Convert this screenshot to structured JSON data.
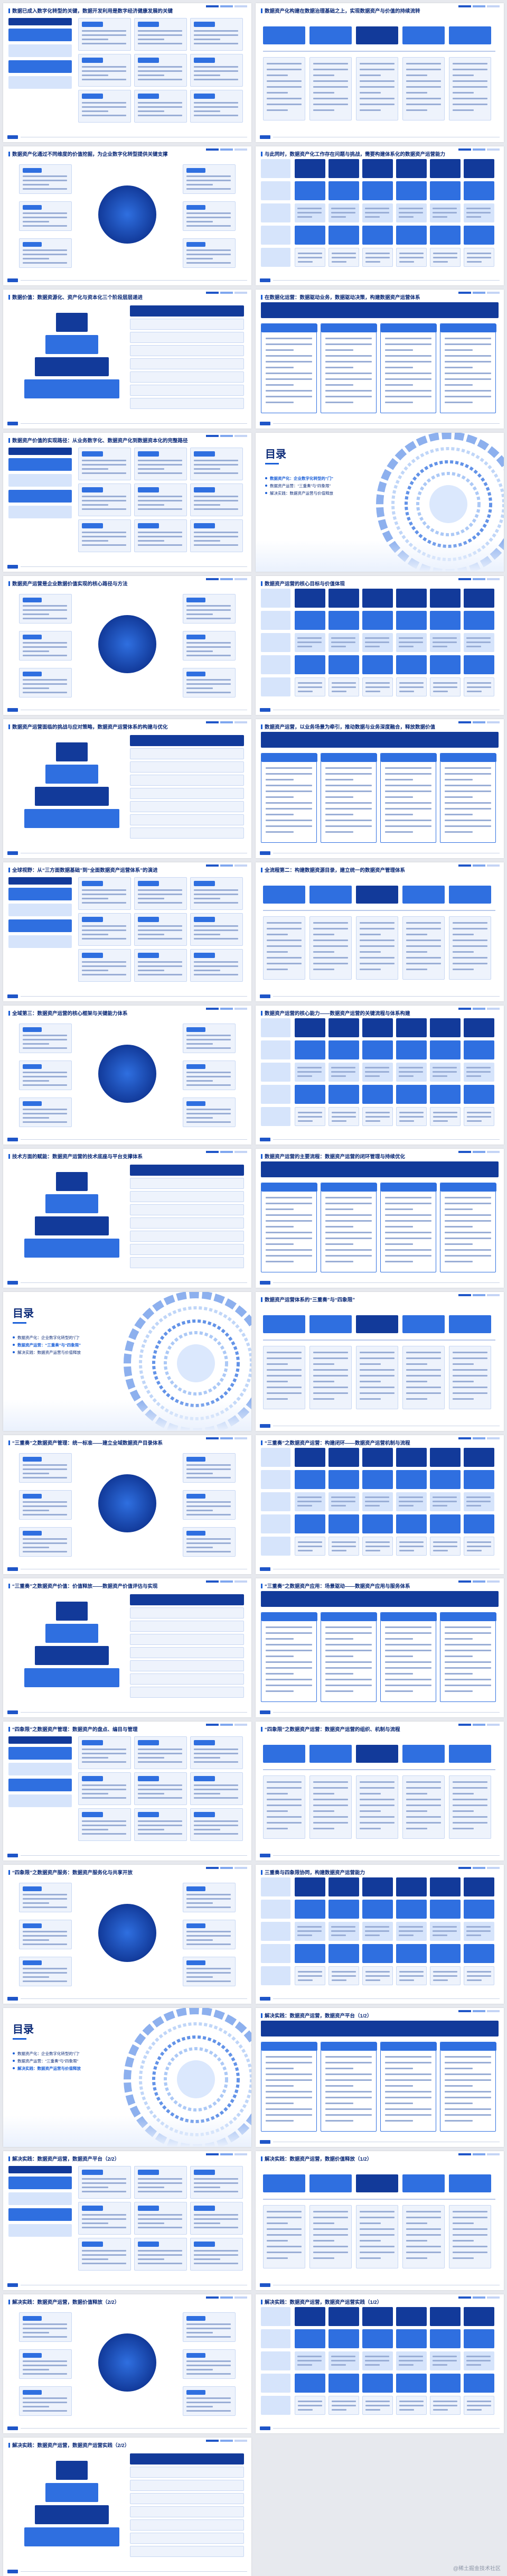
{
  "brand": {
    "primary": "#1a5fd8",
    "dark": "#0b2a78",
    "light": "#d6e4fb"
  },
  "toc": {
    "heading": "目录",
    "items": [
      "数据资产化：企业数字化转型的“门”",
      "数据资产运营：“三重奏”与“四象限”",
      "解决实践：数据资产运营与价值释放"
    ]
  },
  "slides": [
    {
      "title": "数据已成入数字化转型的关键，数据开发利用是数字经济健康发展的关键"
    },
    {
      "title": "数据资产化构建在数据治理基础之上，实现数据资产与价值的持续流转"
    },
    {
      "title": "数据资产化通过不同维度的价值挖掘，为企业数字化转型提供关键支撑"
    },
    {
      "title": "与此同时，数据资产化工作存在问题与挑战，需要构建体系化的数据资产运营能力"
    },
    {
      "title": "数据价值：数据资源化、资产化与资本化三个阶段层层递进"
    },
    {
      "title": "在数据化运营：数据驱动业务，数据驱动决策，构建数据资产运营体系"
    },
    {
      "title": "数据资产价值的实现路径：从业务数字化、数据资产化到数据资本化的完整路径"
    },
    {
      "title": "目录",
      "type": "toc",
      "active": 0
    },
    {
      "title": "数据资产运营是企业数据价值实现的核心路径与方法"
    },
    {
      "title": "数据资产运营的核心目标与价值体现"
    },
    {
      "title": "数据资产运营面临的挑战与应对策略，数据资产运营体系的构建与优化"
    },
    {
      "title": "数据资产运营，以业务场景为牵引，推动数据与业务深度融合，释放数据价值"
    },
    {
      "title": "全球视野：从“三方面数据基础”到“全面数据资产运营体系”的演进"
    },
    {
      "title": "全流程第二：构建数据资源目录，建立统一的数据资产管理体系"
    },
    {
      "title": "全域第三：数据资产运营的核心框架与关键能力体系"
    },
    {
      "title": "数据资产运营的核心能力——数据资产运营的关键流程与体系构建"
    },
    {
      "title": "技术方面的赋能：数据资产运营的技术底座与平台支撑体系"
    },
    {
      "title": "数据资产运营的主要流程：数据资产运营的闭环管理与持续优化"
    },
    {
      "title": "目录",
      "type": "toc",
      "active": 1
    },
    {
      "title": "数据资产运营体系的“三重奏”与“四象限”"
    },
    {
      "title": "“三重奏”之数据资产管理：统一标准——建立全域数据资产目录体系"
    },
    {
      "title": "“三重奏”之数据资产运营：构建闭环——数据资产运营机制与流程"
    },
    {
      "title": "“三重奏”之数据资产价值：价值释放——数据资产价值评估与实现"
    },
    {
      "title": "“三重奏”之数据资产应用：场景驱动——数据资产应用与服务体系"
    },
    {
      "title": "“四象限”之数据资产管理：数据资产的盘点、编目与管理"
    },
    {
      "title": "“四象限”之数据资产运营：数据资产运营的组织、机制与流程"
    },
    {
      "title": "“四象限”之数据资产服务：数据资产服务化与共享开放"
    },
    {
      "title": "三重奏与四象限协同，构建数据资产运营能力"
    },
    {
      "title": "目录",
      "type": "toc",
      "active": 2
    },
    {
      "title": "解决实践：数据资产运营，数据资产平台（1/2）"
    },
    {
      "title": "解决实践：数据资产运营，数据资产平台（2/2）"
    },
    {
      "title": "解决实践：数据资产运营，数据价值释放（1/2）"
    },
    {
      "title": "解决实践：数据资产运营，数据价值释放（2/2）"
    },
    {
      "title": "解决实践：数据资产运营，数据资产运营实践（1/2）"
    },
    {
      "title": "解决实践：数据资产运营，数据资产运营实践（2/2）"
    }
  ],
  "watermark": "@稀土掘金技术社区"
}
